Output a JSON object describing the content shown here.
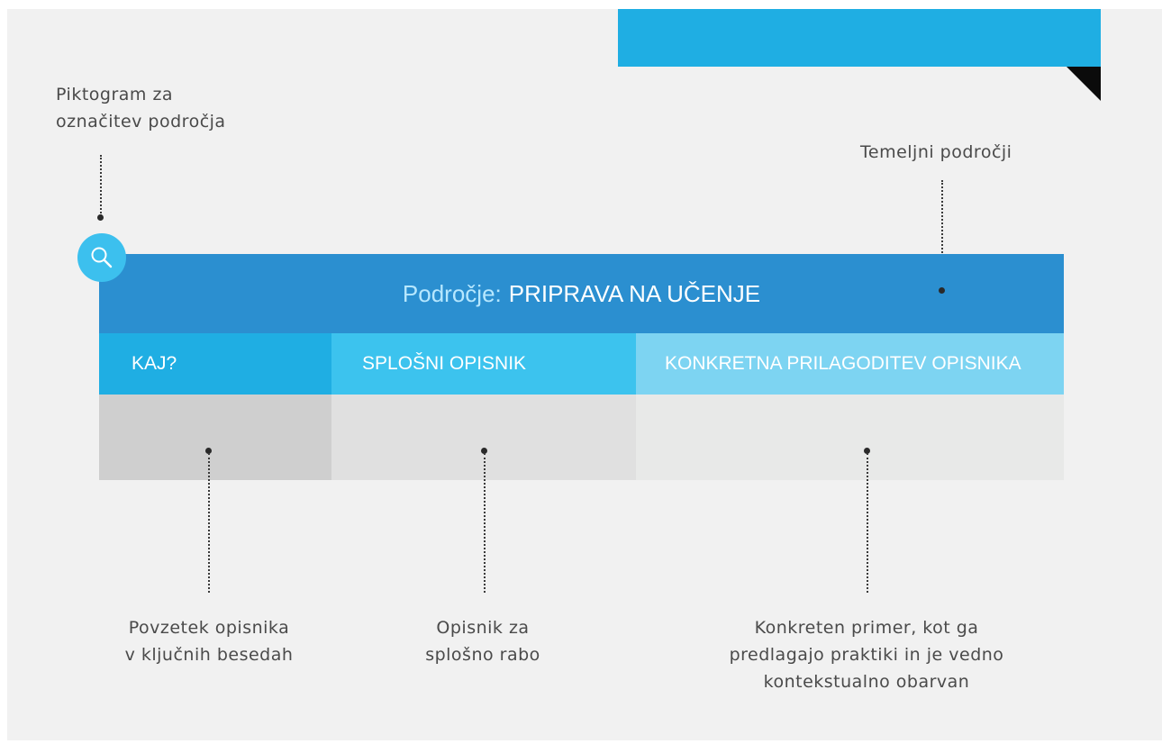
{
  "annotations": {
    "pictogram": [
      "Piktogram za",
      "označitev področja"
    ],
    "core_area": "Temeljni področji",
    "keyword_summary": [
      "Povzetek opisnika",
      "v ključnih besedah"
    ],
    "general_descriptor": [
      "Opisnik za",
      "splošno rabo"
    ],
    "concrete_example": [
      "Konkreten primer, kot ga",
      "predlagajo praktiki in je vedno",
      "kontekstualno obarvan"
    ]
  },
  "table": {
    "header_prefix": "Področje:",
    "header_title": "PRIPRAVA NA UČENJE",
    "columns": [
      "KAJ?",
      "SPLOŠNI OPISNIK",
      "KONKRETNA PRILAGODITEV OPISNIKA"
    ]
  },
  "colors": {
    "header": "#2b8fd0",
    "col1": "#1faee3",
    "col2": "#3cc3ee",
    "col3": "#7dd4f2",
    "body1": "#cfcfcf",
    "body2": "#e0e0e0",
    "body3": "#e8e9e8",
    "accent_tab": "#1faee3"
  },
  "icons": [
    "search-icon"
  ]
}
